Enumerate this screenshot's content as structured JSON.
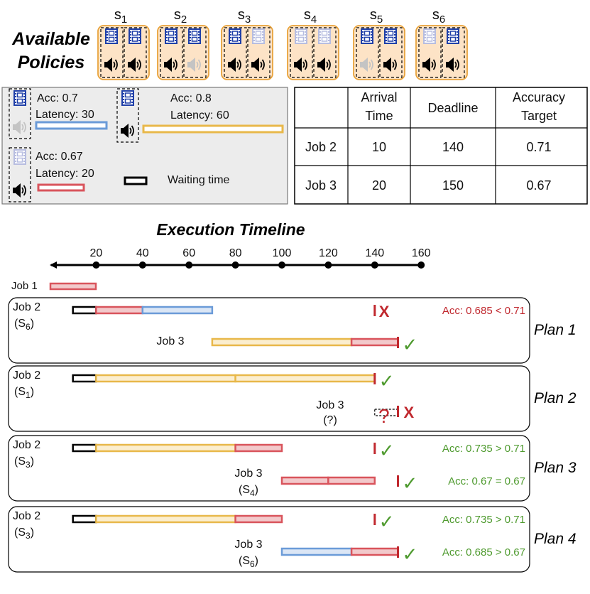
{
  "policies": {
    "title_line1": "Available",
    "title_line2": "Policies",
    "items": [
      {
        "label": "s",
        "sub": "1",
        "video": true,
        "video_alt": true,
        "audio": true,
        "audio_alt": true
      },
      {
        "label": "s",
        "sub": "2",
        "video": true,
        "video_alt": true,
        "audio": true,
        "audio_alt": false
      },
      {
        "label": "s",
        "sub": "3",
        "video": true,
        "video_alt": false,
        "audio": true,
        "audio_alt": true
      },
      {
        "label": "s",
        "sub": "4",
        "video": false,
        "video_alt": false,
        "audio": true,
        "audio_alt": true
      },
      {
        "label": "s",
        "sub": "5",
        "video": true,
        "video_alt": true,
        "audio": false,
        "audio_alt": true
      },
      {
        "label": "s",
        "sub": "6",
        "video": false,
        "video_alt": true,
        "audio": true,
        "audio_alt": true
      }
    ]
  },
  "legend": {
    "entry1": {
      "acc": "Acc: 0.7",
      "latency": "Latency: 30",
      "color": "#6b9bd8"
    },
    "entry2": {
      "acc": "Acc: 0.8",
      "latency": "Latency: 60",
      "color": "#e8b84a"
    },
    "entry3": {
      "acc": "Acc: 0.67",
      "latency": "Latency: 20",
      "color": "#d9545c"
    },
    "waiting_label": "Waiting time"
  },
  "jobs_table": {
    "headers": [
      {
        "line1": "",
        "line2": ""
      },
      {
        "line1": "Arrival",
        "line2": "Time"
      },
      {
        "line1": "Deadline",
        "line2": ""
      },
      {
        "line1": "Accuracy",
        "line2": "Target"
      }
    ],
    "rows": [
      {
        "job": "Job 2",
        "arrival": "10",
        "deadline": "140",
        "accuracy": "0.71"
      },
      {
        "job": "Job 3",
        "arrival": "20",
        "deadline": "150",
        "accuracy": "0.67"
      }
    ]
  },
  "timeline": {
    "title": "Execution Timeline",
    "ticks": [
      "20",
      "40",
      "60",
      "80",
      "100",
      "120",
      "140",
      "160"
    ],
    "job1_label": "Job 1"
  },
  "plans": [
    {
      "name": "Plan 1",
      "job2_label": "Job 2",
      "job2_policy_main": "(S",
      "job2_policy_sub": "6",
      "job2_policy_end": ")",
      "job3_label": "Job 3",
      "job3_policy_main": "",
      "job3_policy_sub": "",
      "job3_policy_end": "",
      "job2_note": "Acc: 0.685 < 0.71",
      "job3_note": ""
    },
    {
      "name": "Plan 2",
      "job2_label": "Job 2",
      "job2_policy_main": "(S",
      "job2_policy_sub": "1",
      "job2_policy_end": ")",
      "job3_label": "Job 3",
      "job3_policy_main": "(?)",
      "job3_policy_sub": "",
      "job3_policy_end": "",
      "job2_note": "",
      "job3_note": "",
      "question_mark": "?"
    },
    {
      "name": "Plan 3",
      "job2_label": "Job 2",
      "job2_policy_main": "(S",
      "job2_policy_sub": "3",
      "job2_policy_end": ")",
      "job3_label": "Job 3",
      "job3_policy_main": "(S",
      "job3_policy_sub": "4",
      "job3_policy_end": ")",
      "job2_note": "Acc: 0.735 > 0.71",
      "job3_note": "Acc: 0.67 = 0.67"
    },
    {
      "name": "Plan 4",
      "job2_label": "Job 2",
      "job2_policy_main": "(S",
      "job2_policy_sub": "3",
      "job2_policy_end": ")",
      "job3_label": "Job 3",
      "job3_policy_main": "(S",
      "job3_policy_sub": "6",
      "job3_policy_end": ")",
      "job2_note": "Acc: 0.735 > 0.71",
      "job3_note": "Acc: 0.685 > 0.67"
    }
  ],
  "marks": {
    "check": "✓",
    "cross": "X"
  },
  "colors": {
    "blue": "#6b9bd8",
    "yellow": "#e8b84a",
    "red": "#d9545c",
    "orange_border": "#e8a33c",
    "policy_fill": "#fde3c6",
    "green": "#4e9a2e",
    "dark_red": "#c0282e",
    "icon_blue": "#1f3fa8",
    "icon_faded": "#b7bde0",
    "speaker_faded": "#c4c4c4"
  }
}
